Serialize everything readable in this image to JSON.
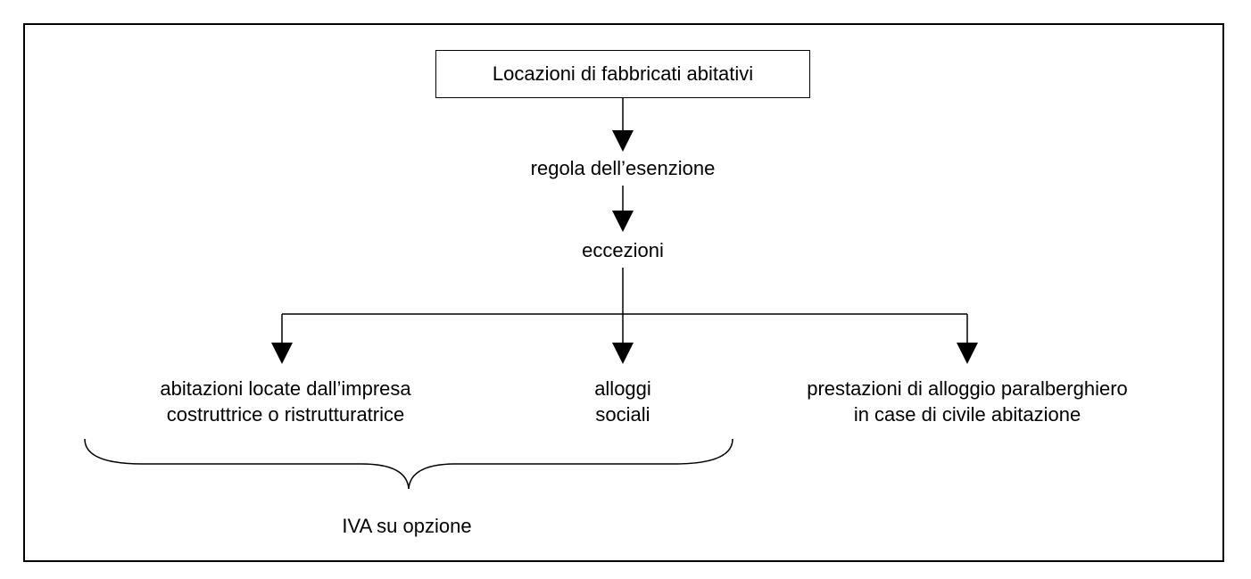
{
  "root": {
    "label": "Locazioni di fabbricati abitativi"
  },
  "rule": {
    "label": "regola dell’esenzione"
  },
  "exceptions": {
    "label": "eccezioni"
  },
  "branches": [
    {
      "line1": "abitazioni locate dall’impresa",
      "line2": "costruttrice o ristrutturatrice"
    },
    {
      "line1": "alloggi",
      "line2": "sociali"
    },
    {
      "line1": "prestazioni di alloggio paralberghiero",
      "line2": "in case di civile abitazione"
    }
  ],
  "group": {
    "label": "IVA su opzione"
  },
  "colors": {
    "stroke": "#000000",
    "background": "#ffffff"
  }
}
